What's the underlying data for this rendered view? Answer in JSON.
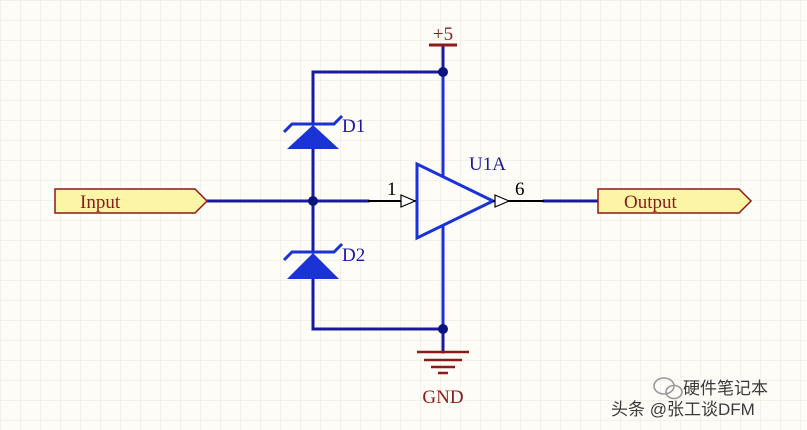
{
  "power": {
    "label": "+5"
  },
  "ground": {
    "label": "GND"
  },
  "ports": {
    "input": {
      "label": "Input"
    },
    "output": {
      "label": "Output"
    }
  },
  "diodes": [
    {
      "ref": "D1"
    },
    {
      "ref": "D2"
    }
  ],
  "amplifier": {
    "ref": "U1A",
    "input_pin": "1",
    "output_pin": "6"
  },
  "watermark": {
    "brand": "硬件笔记本",
    "attribution": "头条 @张工谈DFM"
  },
  "colors": {
    "background": "#fdfcf7",
    "grid": "#e9e6dd",
    "wire": "#1a1a9e",
    "component": "#1a33d6",
    "junction": "#0d1480",
    "power_label": "#8b1a1a",
    "port_fill": "#fdf5a6",
    "port_stroke": "#8b1a1a",
    "port_text": "#8b1a1a",
    "component_text": "#1a1a9e",
    "pin_text": "#000000"
  }
}
